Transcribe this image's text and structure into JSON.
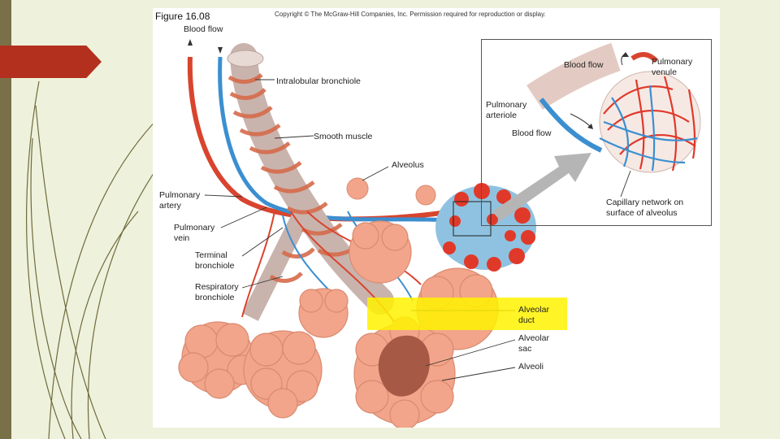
{
  "figure": {
    "number": "Figure 16.08",
    "copyright": "Copyright © The McGraw-Hill Companies, Inc. Permission required for reproduction or display."
  },
  "labels": {
    "blood_flow_top": "Blood flow",
    "intralobular_bronchiole": "Intralobular bronchiole",
    "smooth_muscle": "Smooth muscle",
    "alveolus": "Alveolus",
    "pulmonary_artery_1": "Pulmonary",
    "pulmonary_artery_2": "artery",
    "pulmonary_vein_1": "Pulmonary",
    "pulmonary_vein_2": "vein",
    "terminal_bronchiole_1": "Terminal",
    "terminal_bronchiole_2": "bronchiole",
    "respiratory_bronchiole_1": "Respiratory",
    "respiratory_bronchiole_2": "bronchiole",
    "alveolar_duct_1": "Alveolar",
    "alveolar_duct_2": "duct",
    "alveolar_sac_1": "Alveolar",
    "alveolar_sac_2": "sac",
    "alveoli": "Alveoli"
  },
  "inset": {
    "blood_flow_upper": "Blood flow",
    "pulmonary_venule_1": "Pulmonary",
    "pulmonary_venule_2": "venule",
    "pulmonary_arteriole_1": "Pulmonary",
    "pulmonary_arteriole_2": "arteriole",
    "blood_flow_lower": "Blood flow",
    "capillary_1": "Capillary network on",
    "capillary_2": "surface of alveolus"
  },
  "colors": {
    "slide_background": "#eef2dc",
    "left_bar": "#7a7048",
    "title_tab": "#b3301e",
    "artery_red": "#d9442e",
    "vein_blue": "#3b8fd0",
    "alveolus_pink": "#f2a58a",
    "highlight_yellow": "#fff200"
  }
}
